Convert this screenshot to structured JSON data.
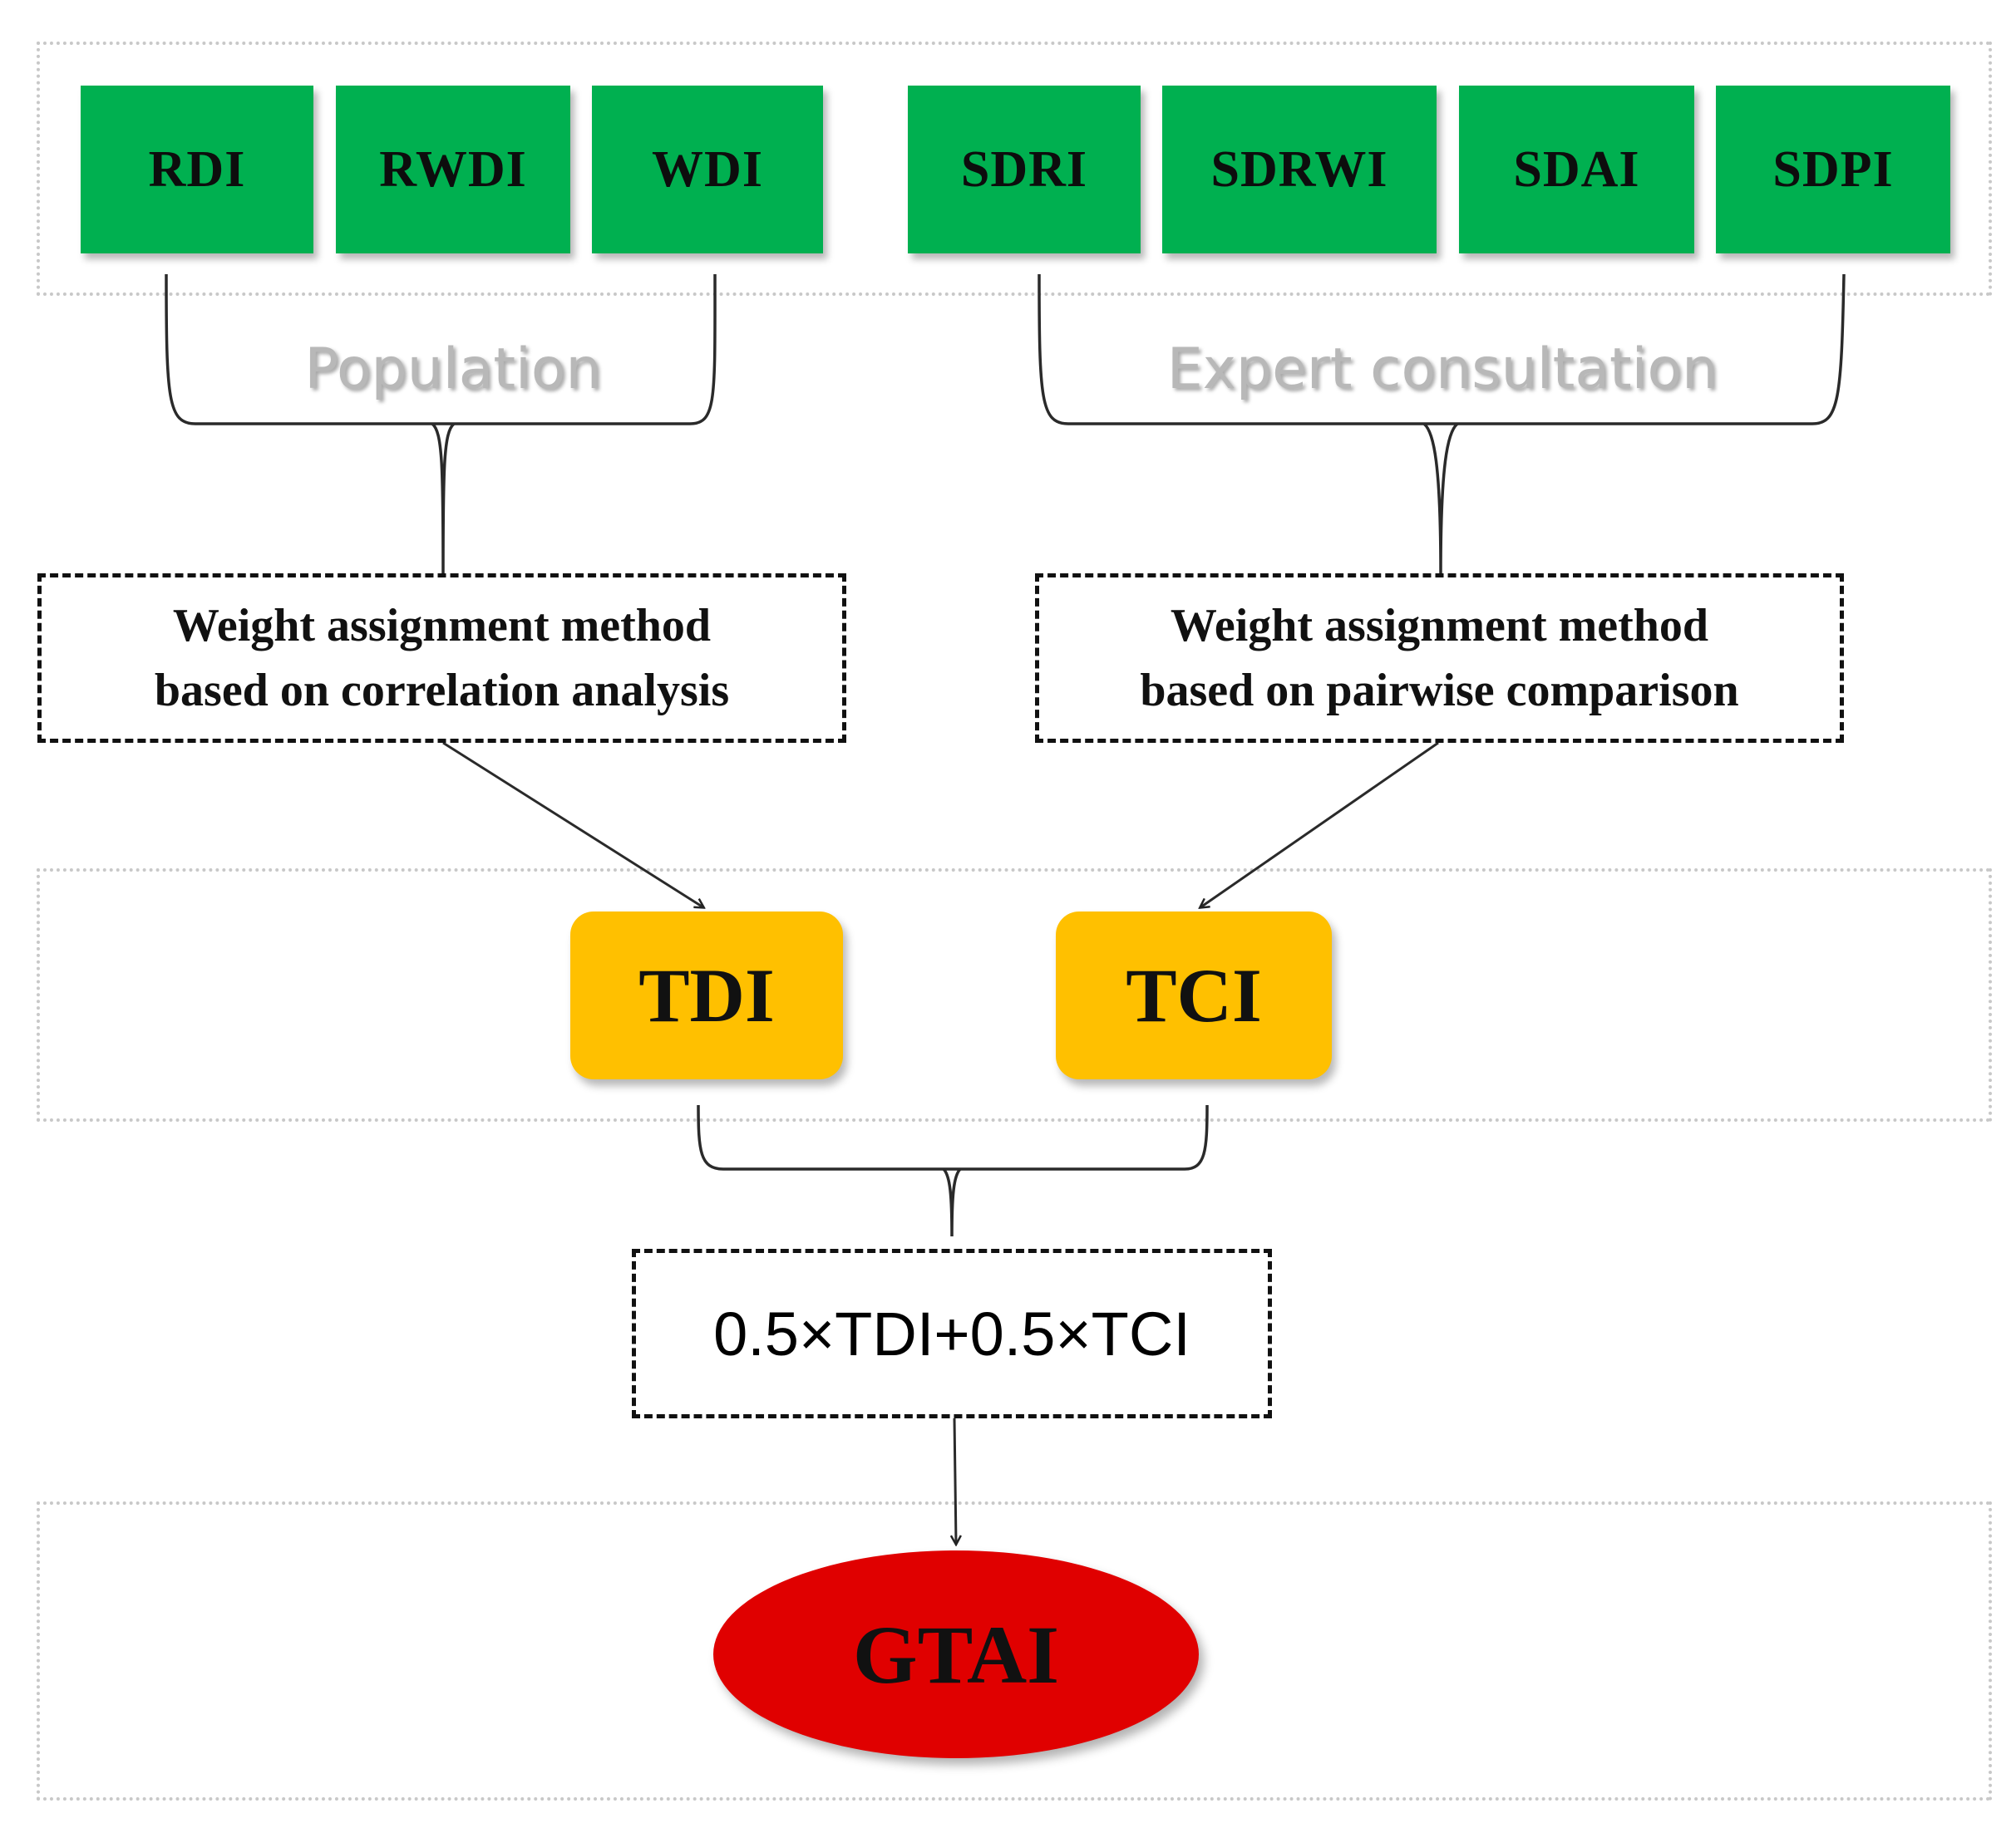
{
  "indicators_left": [
    "RDI",
    "RWDI",
    "WDI"
  ],
  "indicators_right": [
    "SDRI",
    "SDRWI",
    "SDAI",
    "SDPI"
  ],
  "group_labels": {
    "left": "Population",
    "right": "Expert consultation"
  },
  "methods": {
    "left": [
      "Weight assignment method",
      "based on correlation analysis"
    ],
    "right": [
      "Weight assignment method",
      "based on pairwise comparison"
    ]
  },
  "components": {
    "tdi": "TDI",
    "tci": "TCI"
  },
  "formula": "0.5×TDI+0.5×TCI",
  "result": "GTAI",
  "colors": {
    "indicator_fill": "#00b050",
    "component_fill": "#ffc000",
    "result_fill": "#e00000",
    "panel_border": "#c8c8c8"
  }
}
